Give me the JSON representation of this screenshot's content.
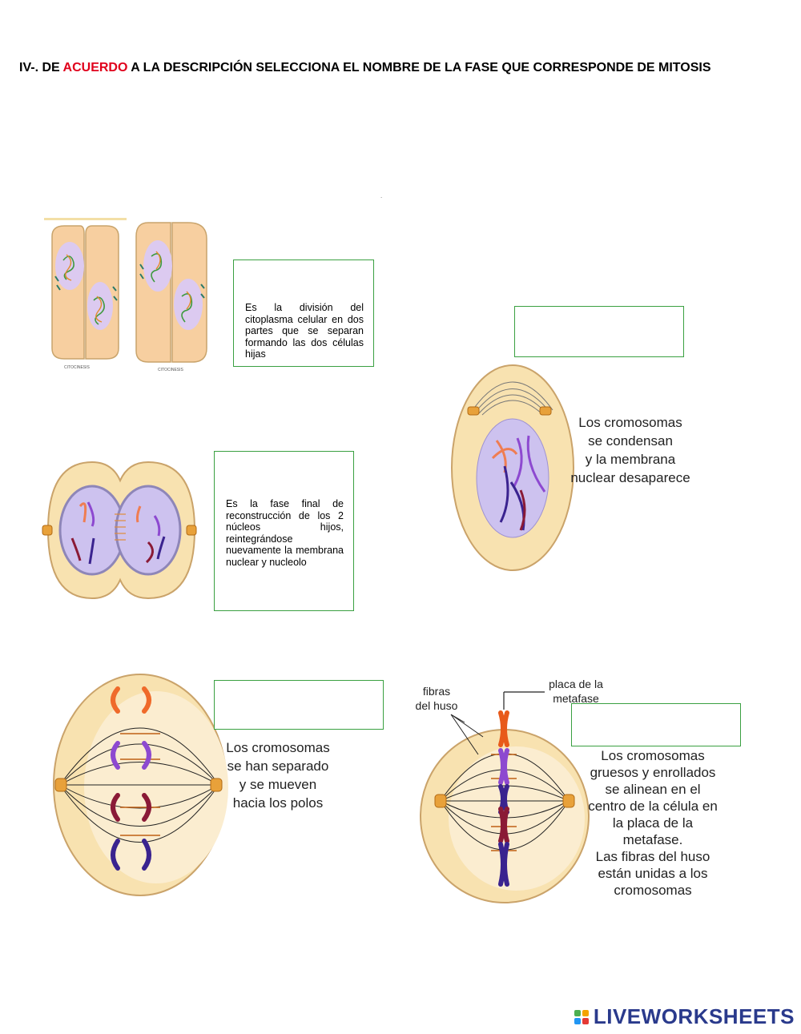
{
  "header": {
    "prefix": "IV-. DE ",
    "highlight": "ACUERDO",
    "rest": " A LA DESCRIPCIÓN SELECCIONA EL NOMBRE DE LA FASE QUE CORRESPONDE DE MITOSIS"
  },
  "images": {
    "citocinesis": {
      "caption_left": "CITOCINESIS",
      "caption_right": "CITOCINESIS"
    },
    "profase": {
      "caption": [
        "Los cromosomas",
        "se condensan",
        "y la membrana",
        "nuclear desaparece"
      ]
    },
    "anafase": {
      "caption": [
        "Los cromosomas",
        "se han separado",
        "y se mueven",
        "hacia los polos"
      ]
    },
    "metafase": {
      "label_fibras": [
        "fibras",
        "del huso"
      ],
      "label_placa": [
        "placa de la",
        "metafase"
      ],
      "caption": [
        "Los cromosomas",
        "gruesos y enrollados",
        "se alinean en el",
        "centro de la célula en",
        "la placa de la",
        "metafase.",
        "Las fibras del huso",
        "están unidas a los",
        "cromosomas"
      ]
    }
  },
  "descriptions": {
    "citocinesis": "Es la división del citoplasma celular en dos partes que se separan formando las dos células hijas",
    "telofase": "Es la fase final de reconstrucción de los 2 núcleos hijos, reintegrándose nuevamente la membrana nuclear y nucleolo"
  },
  "answers": {
    "profase": "",
    "anafase": "",
    "metafase": ""
  },
  "brand": {
    "name": "LIVEWORKSHEETS",
    "colors": [
      "#4caf50",
      "#f4a300",
      "#2196f3",
      "#e53935"
    ]
  }
}
